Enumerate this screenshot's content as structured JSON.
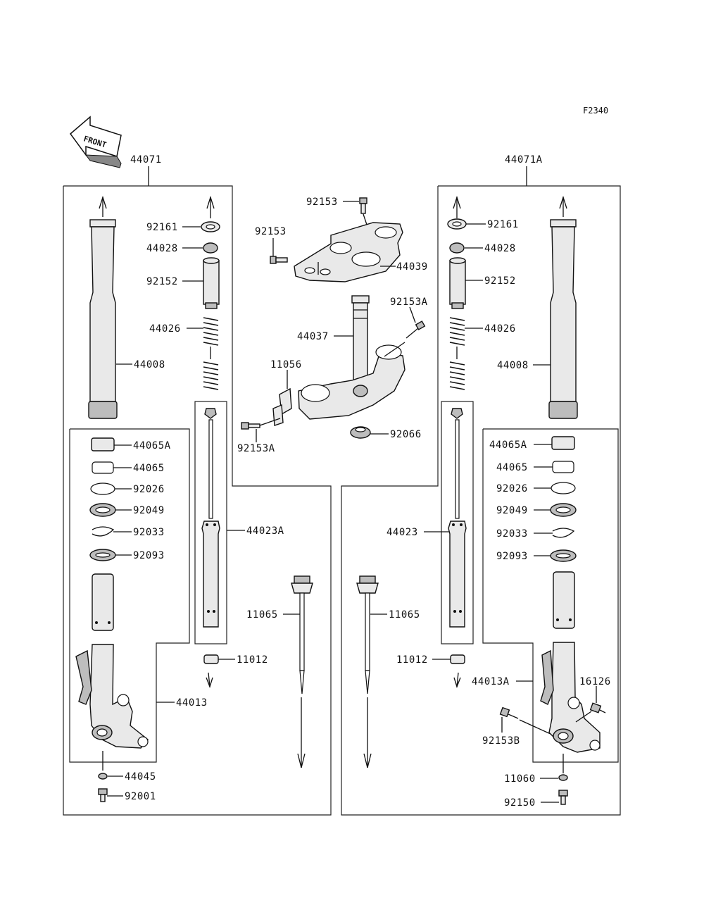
{
  "ref_code": "F2340",
  "front_label": "FRONT",
  "left_assembly": {
    "label": "44071",
    "parts": {
      "p92161": "92161",
      "p44028": "44028",
      "p92152": "92152",
      "p44026": "44026",
      "p44008": "44008",
      "p44065A": "44065A",
      "p44065": "44065",
      "p92026": "92026",
      "p92049": "92049",
      "p92033": "92033",
      "p92093": "92093",
      "p44023A": "44023A",
      "p11065": "11065",
      "p11012": "11012",
      "p44013": "44013",
      "p44045": "44045",
      "p92001": "92001"
    }
  },
  "right_assembly": {
    "label": "44071A",
    "parts": {
      "p92161": "92161",
      "p44028": "44028",
      "p92152": "92152",
      "p44026": "44026",
      "p44008": "44008",
      "p44065A": "44065A",
      "p44065": "44065",
      "p92026": "92026",
      "p92049": "92049",
      "p92033": "92033",
      "p92093": "92093",
      "p44023": "44023",
      "p11065": "11065",
      "p11012": "11012",
      "p44013A": "44013A",
      "p16126": "16126",
      "p92153B": "92153B",
      "p11060": "11060",
      "p92150": "92150"
    }
  },
  "center_parts": {
    "p92153_top": "92153",
    "p92153_left": "92153",
    "p44039": "44039",
    "p44037": "44037",
    "p92153A_top": "92153A",
    "p11056": "11056",
    "p92153A_bottom": "92153A",
    "p92066": "92066"
  }
}
